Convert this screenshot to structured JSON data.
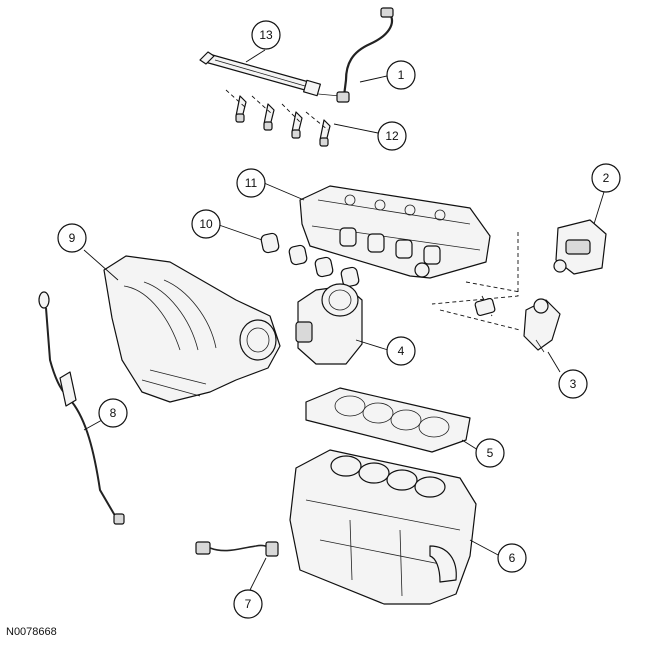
{
  "figure_id": "N0078668",
  "callouts": [
    {
      "label": "1"
    },
    {
      "label": "2"
    },
    {
      "label": "3"
    },
    {
      "label": "4"
    },
    {
      "label": "5"
    },
    {
      "label": "6"
    },
    {
      "label": "7"
    },
    {
      "label": "8"
    },
    {
      "label": "9"
    },
    {
      "label": "10"
    },
    {
      "label": "11"
    },
    {
      "label": "12"
    },
    {
      "label": "13"
    }
  ]
}
